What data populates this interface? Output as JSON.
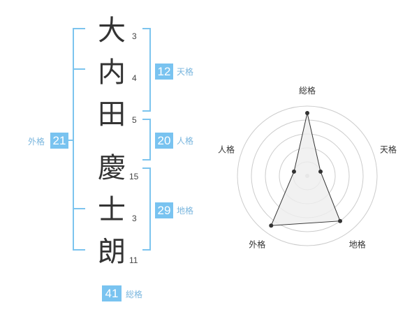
{
  "name": {
    "chars": [
      {
        "char": "大",
        "strokes": "3"
      },
      {
        "char": "内",
        "strokes": "4"
      },
      {
        "char": "田",
        "strokes": "5"
      },
      {
        "char": "慶",
        "strokes": "15"
      },
      {
        "char": "士",
        "strokes": "3"
      },
      {
        "char": "朗",
        "strokes": "11"
      }
    ]
  },
  "kaku": {
    "tenkaku": {
      "value": "12",
      "label": "天格"
    },
    "jinkaku": {
      "value": "20",
      "label": "人格"
    },
    "chikaku": {
      "value": "29",
      "label": "地格"
    },
    "gaikaku": {
      "value": "21",
      "label": "外格"
    },
    "soukaku": {
      "value": "41",
      "label": "総格"
    }
  },
  "colors": {
    "accent": "#79c3f0",
    "bracket": "#7cc4ee",
    "label": "#7ab6de"
  },
  "chart_data": {
    "type": "radar",
    "axes": [
      "総格",
      "天格",
      "地格",
      "外格",
      "人格"
    ],
    "values": [
      4.5,
      1.0,
      4.0,
      4.4,
      1.0
    ],
    "range": [
      0,
      5
    ],
    "rings": 5,
    "series_fill": "#eeeeee",
    "series_stroke": "#333333"
  }
}
